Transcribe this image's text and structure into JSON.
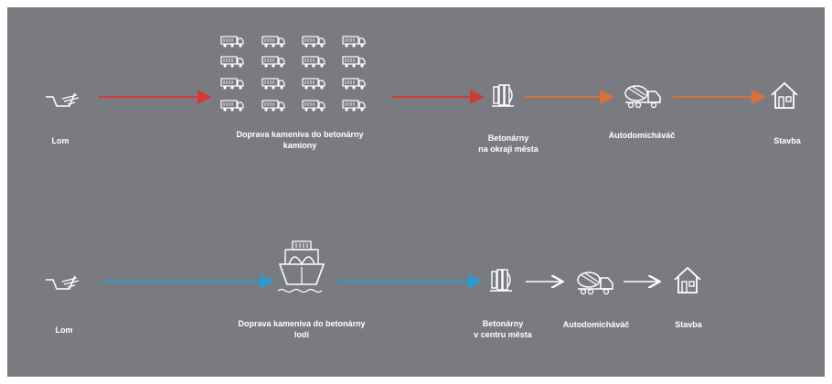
{
  "colors": {
    "background": "#7a7b80",
    "icon": "#ffffff",
    "truck_route_arrow": "#d23a3a",
    "mixer_arrow": "#d8713a",
    "ship_route_arrow": "#2a9bd0",
    "city_arrow": "#ffffff"
  },
  "top_row": {
    "quarry_label": "Lom",
    "transport_label_line1": "Doprava kameniva do betonárny",
    "transport_label_line2": "kamiony",
    "transport_icon": "truck-fleet-icon",
    "plant_label_line1": "Betonárny",
    "plant_label_line2": "na okraji města",
    "mixer_label": "Autodomicháváč",
    "site_label": "Stavba"
  },
  "bottom_row": {
    "quarry_label": "Lom",
    "transport_label_line1": "Doprava kameniva do betonárny",
    "transport_label_line2": "lodí",
    "transport_icon": "ship-icon",
    "plant_label_line1": "Betonárny",
    "plant_label_line2": "v centru města",
    "mixer_label": "Autodomicháváč",
    "site_label": "Stavba"
  }
}
